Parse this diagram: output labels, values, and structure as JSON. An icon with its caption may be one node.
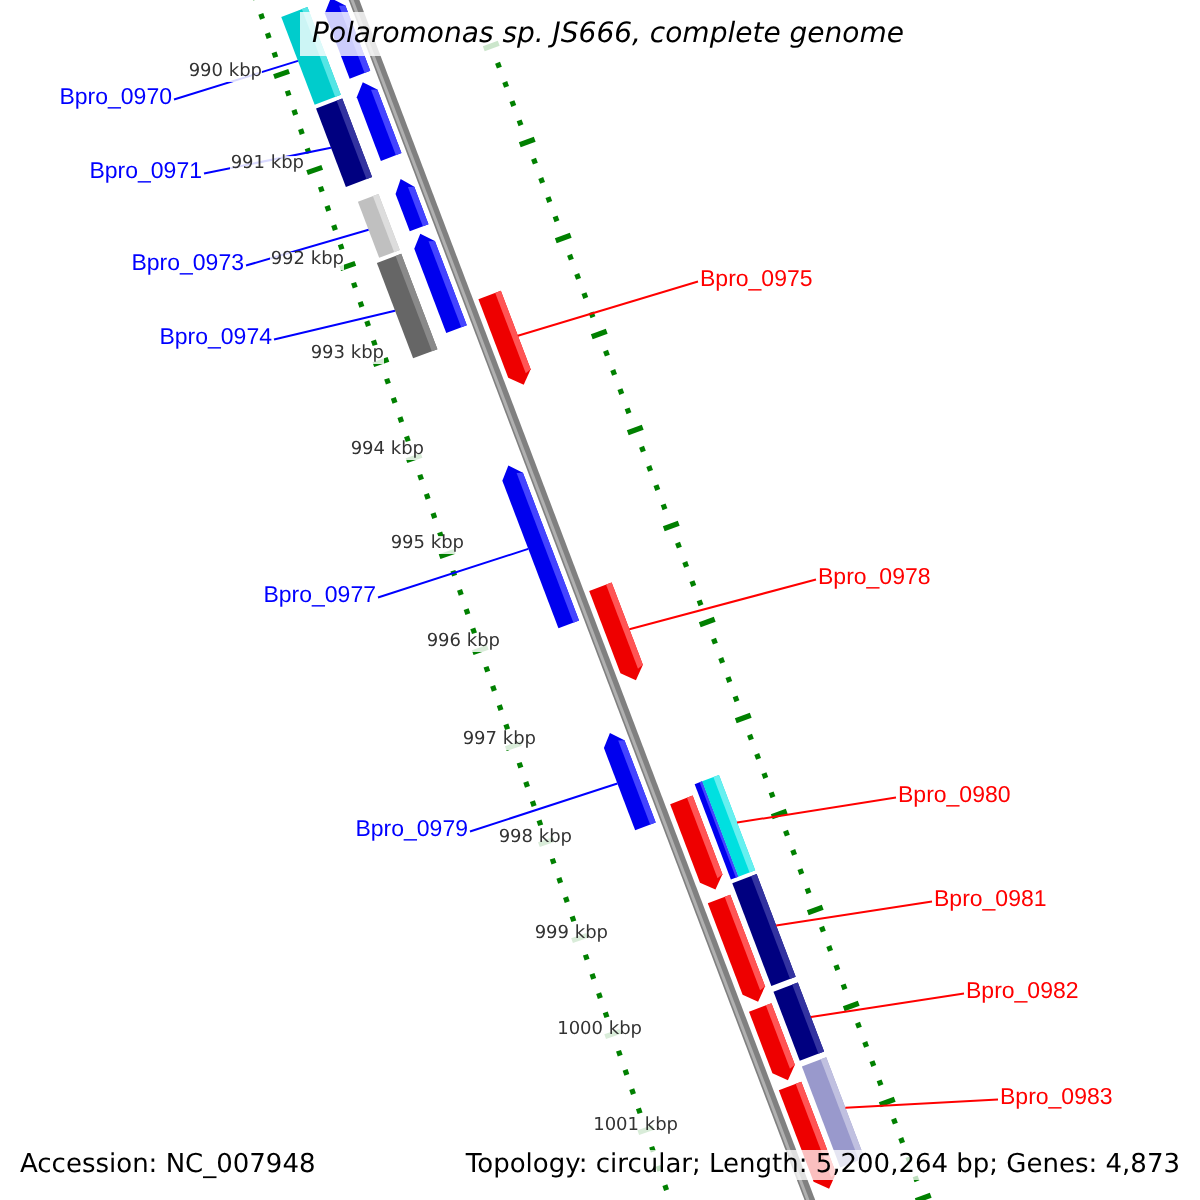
{
  "diagram": {
    "title": "Polaromonas sp. JS666, complete genome",
    "nodes": [
      {
        "text": [
          "Bpro_0970"
        ]
      },
      {
        "text": [
          "Bpro_0971"
        ]
      },
      {
        "text": [
          "Bpro_0973"
        ]
      },
      {
        "text": [
          "Bpro_0974"
        ]
      },
      {
        "text": [
          "Bpro_0977"
        ]
      },
      {
        "text": [
          "Bpro_0979"
        ]
      },
      {
        "text": [
          "Bpro_0975"
        ]
      },
      {
        "text": [
          "Bpro_0978"
        ]
      },
      {
        "text": [
          "Bpro_0980"
        ]
      },
      {
        "text": [
          "Bpro_0981"
        ]
      },
      {
        "text": [
          "Bpro_0982"
        ]
      },
      {
        "text": [
          "Bpro_0983"
        ]
      },
      {
        "text": [],
        "shape": "bar"
      },
      {
        "text": [],
        "shape": "bar"
      },
      {
        "text": [],
        "shape": "bar"
      },
      {
        "text": [],
        "shape": "bar"
      },
      {
        "text": [],
        "shape": "bar"
      },
      {
        "text": [],
        "shape": "bar"
      },
      {
        "text": [],
        "shape": "bar"
      },
      {
        "text": [],
        "shape": "bar"
      },
      {
        "text": [],
        "shape": "bar"
      },
      {
        "text": [],
        "shape": "bar"
      },
      {
        "text": [],
        "shape": "bar"
      },
      {
        "text": [],
        "shape": "bar"
      }
    ],
    "edges": [
      {
        "from": 0,
        "to": 12,
        "arrow": "none",
        "color": "#0000ff"
      },
      {
        "from": 1,
        "to": 13,
        "arrow": "none",
        "color": "#0000ff"
      },
      {
        "from": 2,
        "to": 14,
        "arrow": "none",
        "color": "#0000ff"
      },
      {
        "from": 3,
        "to": 15,
        "arrow": "none",
        "color": "#0000ff"
      },
      {
        "from": 4,
        "to": 16,
        "arrow": "none",
        "color": "#0000ff"
      },
      {
        "from": 5,
        "to": 17,
        "arrow": "none",
        "color": "#0000ff"
      },
      {
        "from": 6,
        "to": 18,
        "arrow": "none",
        "color": "#ff0000"
      },
      {
        "from": 7,
        "to": 19,
        "arrow": "none",
        "color": "#ff0000"
      },
      {
        "from": 8,
        "to": 20,
        "arrow": "none",
        "color": "#ff0000"
      },
      {
        "from": 9,
        "to": 21,
        "arrow": "none",
        "color": "#ff0000"
      },
      {
        "from": 10,
        "to": 22,
        "arrow": "none",
        "color": "#ff0000"
      },
      {
        "from": 11,
        "to": 23,
        "arrow": "none",
        "color": "#ff0000"
      }
    ],
    "labels": [
      "990 kbp",
      "991 kbp",
      "992 kbp",
      "993 kbp",
      "994 kbp",
      "995 kbp",
      "996 kbp",
      "997 kbp",
      "998 kbp",
      "999 kbp",
      "1000 kbp",
      "1001 kbp",
      "Accession: NC_007948",
      "Topology: circular; Length: 5,200,264 bp; Genes: 4,873"
    ]
  }
}
